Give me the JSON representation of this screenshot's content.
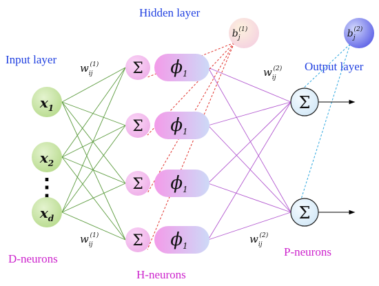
{
  "labels": {
    "hidden_layer": "Hidden layer",
    "input_layer": "Input layer",
    "output_layer": "Output layer",
    "d_neurons": "D-neurons",
    "h_neurons": "H-neurons",
    "p_neurons": "P-neurons"
  },
  "inputs": [
    {
      "base": "x",
      "sub": "1"
    },
    {
      "base": "x",
      "sub": "2"
    },
    {
      "base": "x",
      "sub": "d"
    }
  ],
  "ellipsis": "⋮",
  "sum_symbol": "Σ",
  "activation": {
    "base": "ϕ",
    "sub": "1"
  },
  "weights": {
    "w1": {
      "base": "w",
      "sub": "ij",
      "sup": "(1)"
    },
    "w2": {
      "base": "w",
      "sub": "ij",
      "sup": "(2)"
    }
  },
  "biases": {
    "b1": {
      "base": "b",
      "sub": "j",
      "sup": "(1)"
    },
    "b2": {
      "base": "b",
      "sub": "j",
      "sup": "(2)"
    }
  },
  "colors": {
    "input_green": "#c6e3a4",
    "input_connections": "#5a9a3c",
    "hidden_sum_pink": "#f2b8ee",
    "activation_gradient_start": "#f5a6f0",
    "activation_gradient_end": "#c9d6f5",
    "hidden_output_connections": "#b156cf",
    "output_node_fill": "#e4f1fb",
    "bias1_connections": "#e0302a",
    "bias2_connections": "#2aa6df",
    "label_blue": "#1f3fe0",
    "label_magenta": "#cc22cc"
  }
}
